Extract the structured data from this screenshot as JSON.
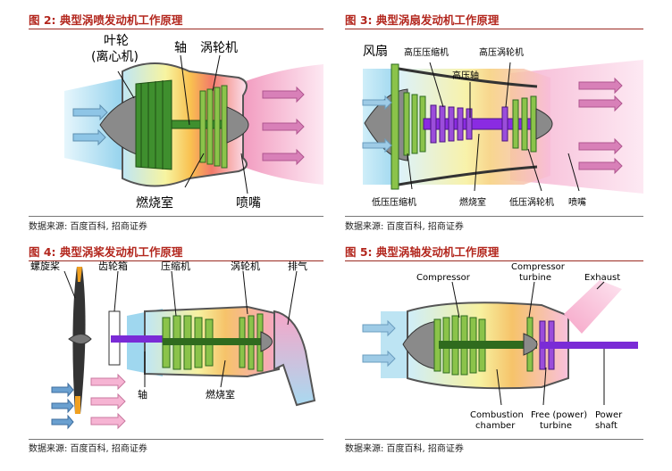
{
  "panels": [
    {
      "title": "图 2:  典型涡喷发动机工作原理",
      "source": "数据来源: 百度百科, 招商证券",
      "labels": {
        "impeller": "叶轮",
        "impeller_sub": "(离心机)",
        "shaft": "轴",
        "turbine": "涡轮机",
        "combustor": "燃烧室",
        "nozzle": "喷嘴"
      }
    },
    {
      "title": "图 3:  典型涡扇发动机工作原理",
      "source": "数据来源: 百度百科, 招商证券",
      "labels": {
        "fan": "风扇",
        "hp_compressor": "高压压缩机",
        "hp_turbine": "高压涡轮机",
        "hp_shaft": "高压轴",
        "lp_compressor": "低压压缩机",
        "combustor": "燃烧室",
        "lp_turbine": "低压涡轮机",
        "nozzle": "喷嘴"
      }
    },
    {
      "title": "图 4:  典型涡桨发动机工作原理",
      "source": "数据来源: 百度百科, 招商证券",
      "labels": {
        "propeller": "螺旋桨",
        "gearbox": "齿轮箱",
        "compressor": "压缩机",
        "turbine": "涡轮机",
        "exhaust": "排气",
        "shaft": "轴",
        "combustor": "燃烧室"
      }
    },
    {
      "title": "图 5:  典型涡轴发动机工作原理",
      "source": "数据来源: 百度百科, 招商证券",
      "labels": {
        "compressor": "Compressor",
        "compressor_turbine_1": "Compressor",
        "compressor_turbine_2": "turbine",
        "exhaust": "Exhaust",
        "combustion_1": "Combustion",
        "combustion_2": "chamber",
        "free_turbine_1": "Free (power)",
        "free_turbine_2": "turbine",
        "power_shaft_1": "Power",
        "power_shaft_2": "shaft"
      }
    }
  ],
  "colors": {
    "title": "#b3271e",
    "stage_green": "#5aa83c",
    "shaft_purple": "#7a2bd6",
    "flame_yellow": "#f6e27a",
    "exhaust_pink": "#f4a3c8",
    "intake_blue": "#9fd3ee"
  }
}
